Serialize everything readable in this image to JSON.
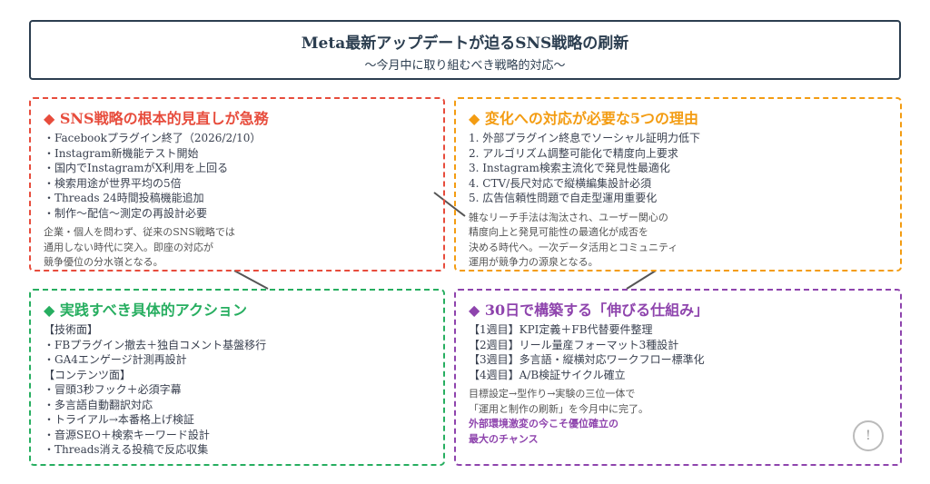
{
  "header": {
    "title": "Meta最新アップデートが迫るSNS戦略の刷新",
    "subtitle": "〜今月中に取り組むべき戦略的対応〜"
  },
  "boxes": [
    {
      "title": "◆ SNS戦略の根本的見直しが急務",
      "color": "#e74c3c",
      "lines": [
        "・Facebookプラグイン終了（2026/2/10）",
        "・Instagram新機能テスト開始",
        "・国内でInstagramがX利用を上回る",
        "・検索用途が世界平均の5倍",
        "・Threads 24時間投稿機能追加",
        "・制作〜配信〜測定の再設計必要"
      ],
      "note": [
        "企業・個人を問わず、従来のSNS戦略では",
        "通用しない時代に突入。即座の対応が",
        "競争優位の分水嶺となる。"
      ]
    },
    {
      "title": "◆ 変化への対応が必要な5つの理由",
      "color": "#f39c12",
      "lines": [
        "1. 外部プラグイン終息でソーシャル証明力低下",
        "2. アルゴリズム調整可能化で精度向上要求",
        "3. Instagram検索主流化で発見性最適化",
        "4. CTV/長尺対応で縦横編集設計必須",
        "5. 広告信頼性問題で自走型運用重要化"
      ],
      "note": [
        "雑なリーチ手法は淘汰され、ユーザー関心の",
        "精度向上と発見可能性の最適化が成否を",
        "決める時代へ。一次データ活用とコミュニティ",
        "運用が競争力の源泉となる。"
      ]
    },
    {
      "title": "◆ 実践すべき具体的アクション",
      "color": "#27ae60",
      "lines": [
        "【技術面】",
        "・FBプラグイン撤去＋独自コメント基盤移行",
        "・GA4エンゲージ計測再設計",
        "【コンテンツ面】",
        "・冒頭3秒フック＋必須字幕",
        "・多言語自動翻訳対応",
        "・トライアル→本番格上げ検証",
        "・音源SEO＋検索キーワード設計",
        "・Threads消える投稿で反応収集"
      ]
    },
    {
      "title": "◆ 30日で構築する「伸びる仕組み」",
      "color": "#8e44ad",
      "lines": [
        "【1週目】KPI定義＋FB代替要件整理",
        "【2週目】リール量産フォーマット3種設計",
        "【3週目】多言語・縦横対応ワークフロー標準化",
        "【4週目】A/B検証サイクル確立"
      ],
      "note": [
        "目標設定→型作り→実験の三位一体で",
        "「運用と制作の刷新」を今月中に完了。"
      ],
      "highlight": [
        "外部環境激変の今こそ優位確立の",
        "最大のチャンス"
      ],
      "alert_icon": "!"
    }
  ]
}
